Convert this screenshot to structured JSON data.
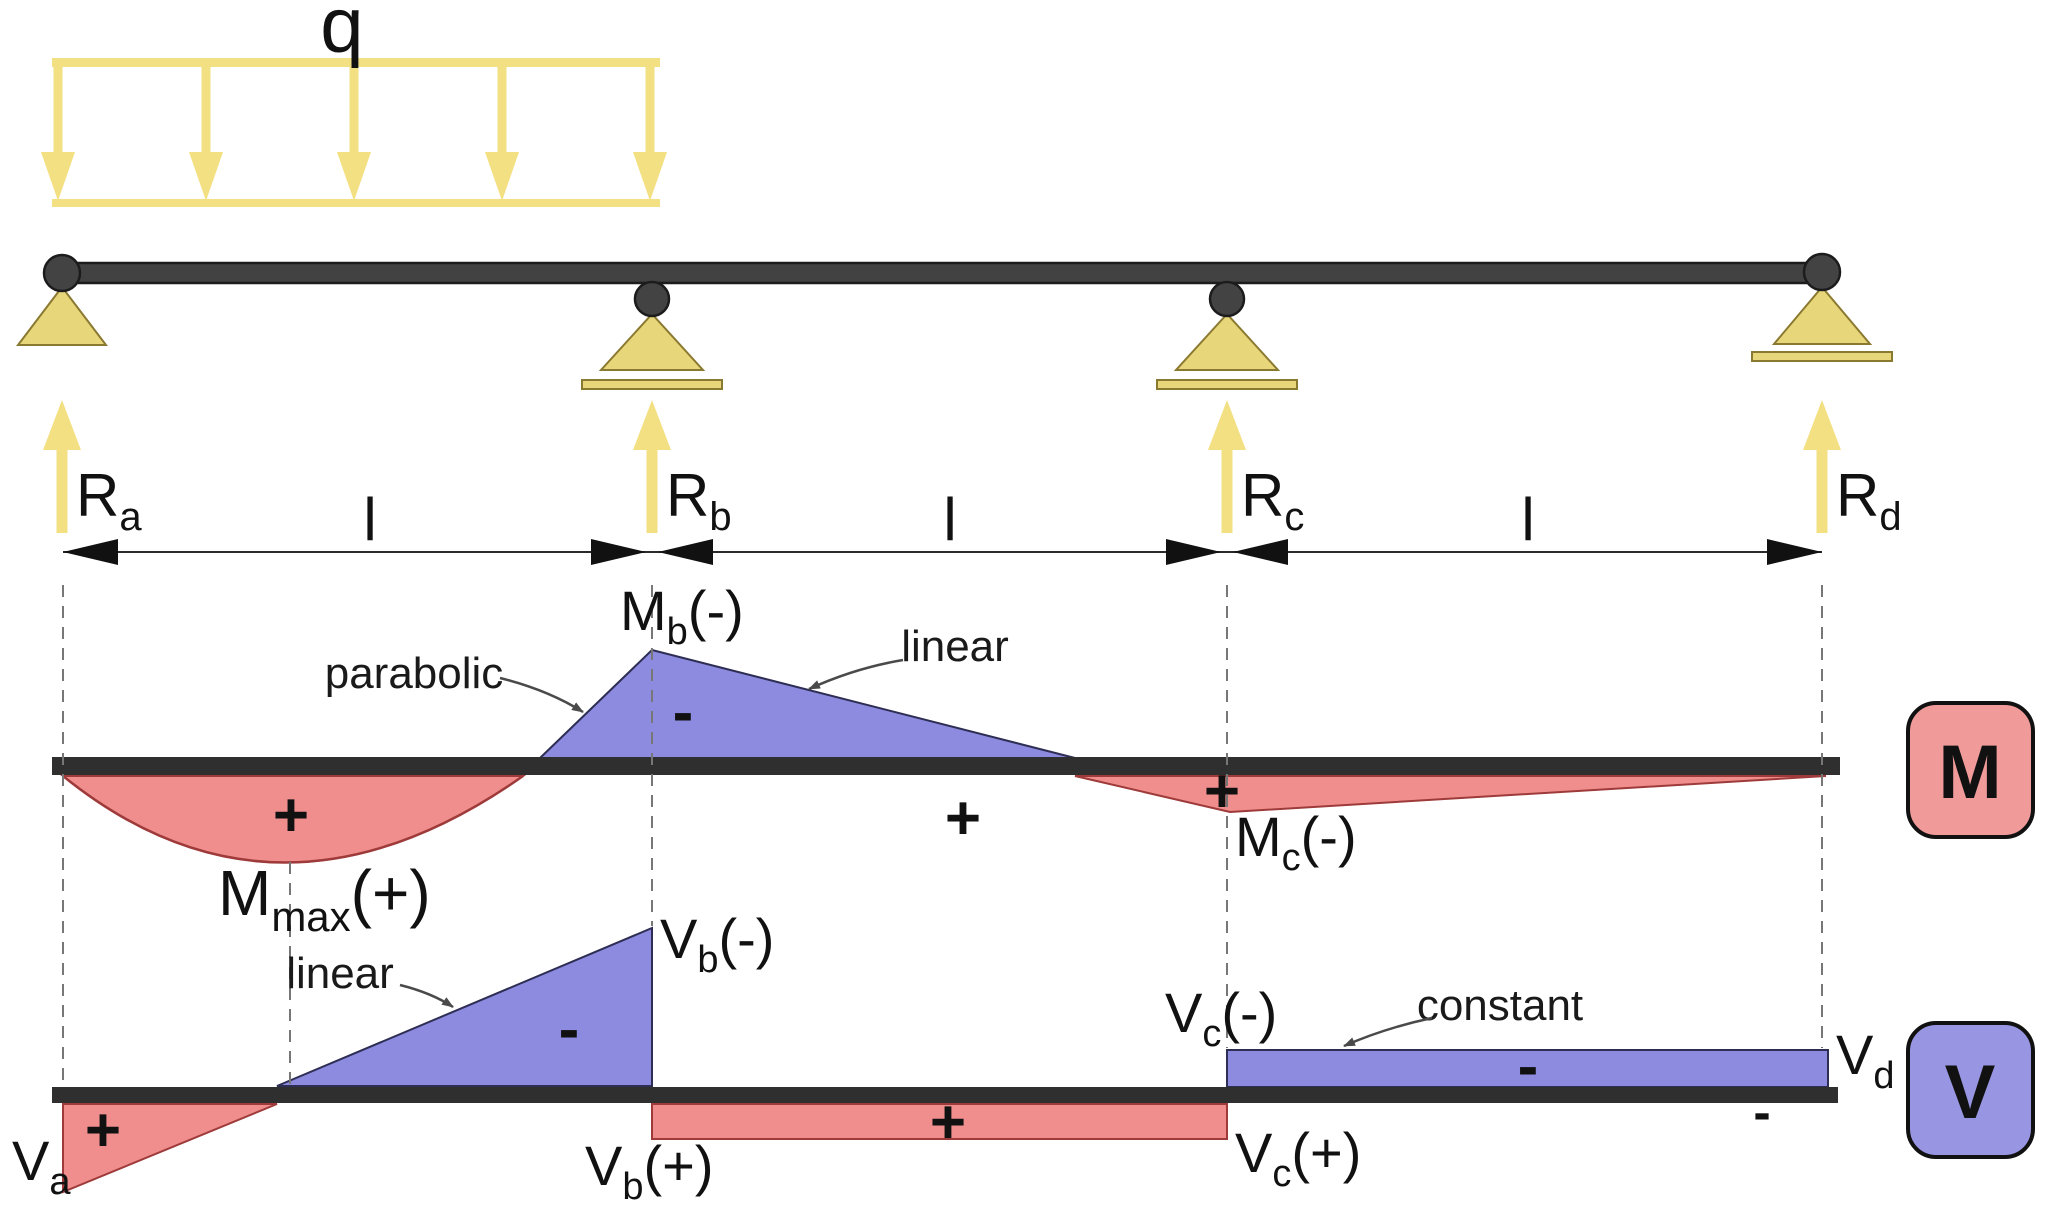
{
  "load": {
    "symbol": "q"
  },
  "reactions": {
    "a": {
      "main": "R",
      "sub": "a"
    },
    "b": {
      "main": "R",
      "sub": "b"
    },
    "c": {
      "main": "R",
      "sub": "c"
    },
    "d": {
      "main": "R",
      "sub": "d"
    }
  },
  "spans": {
    "first": "l",
    "second": "l",
    "third": "l"
  },
  "moment": {
    "m_max": {
      "main": "M",
      "sub": "max",
      "suffix": "(+)"
    },
    "m_b": {
      "main": "M",
      "sub": "b",
      "suffix": "(-)"
    },
    "m_c": {
      "main": "M",
      "sub": "c",
      "suffix": "(-)"
    },
    "notes": {
      "parabolic": "parabolic",
      "linear": "linear"
    },
    "signs": {
      "span1": "+",
      "at_b": "-",
      "span2": "+",
      "at_c": "+"
    }
  },
  "shear": {
    "v_a": {
      "main": "V",
      "sub": "a"
    },
    "v_b_neg": {
      "main": "V",
      "sub": "b",
      "suffix": "(-)"
    },
    "v_b_pos": {
      "main": "V",
      "sub": "b",
      "suffix": "(+)"
    },
    "v_c_neg": {
      "main": "V",
      "sub": "c",
      "suffix": "(-)"
    },
    "v_c_pos": {
      "main": "V",
      "sub": "c",
      "suffix": "(+)"
    },
    "v_d": {
      "main": "V",
      "sub": "d"
    },
    "notes": {
      "linear": "linear",
      "constant": "constant"
    },
    "signs": {
      "span1_pos": "+",
      "span1_neg": "-",
      "span2_pos": "+",
      "span3_neg": "-",
      "at_d_neg": "-"
    }
  },
  "legend": {
    "moment_symbol": "M",
    "shear_symbol": "V"
  },
  "colors": {
    "positive_fill": "#F08E8E",
    "negative_fill": "#8D8BE0",
    "load_yellow": "#F3E083",
    "support_yellow": "#E8D67A",
    "beam_gray": "#424242"
  }
}
